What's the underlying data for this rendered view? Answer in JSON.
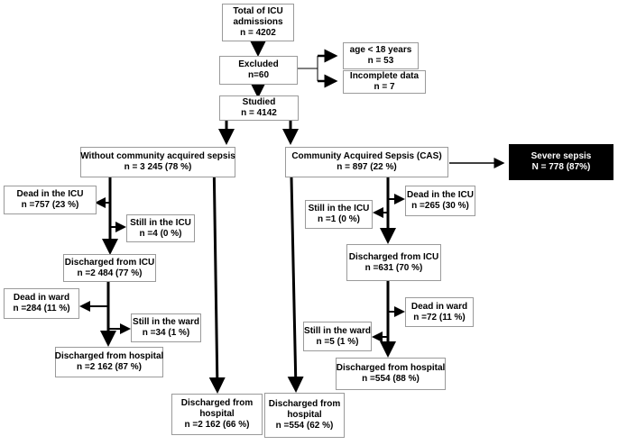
{
  "colors": {
    "box_border": "#9a9a9a",
    "arrow": "#000000",
    "dark_box": "#000000",
    "dark_text": "#ffffff"
  },
  "nodes": {
    "total": {
      "lines": [
        "Total of ICU",
        "admissions",
        "n = 4202"
      ]
    },
    "excluded": {
      "lines": [
        "Excluded",
        "n=60"
      ]
    },
    "age": {
      "lines": [
        "age < 18 years",
        "n  = 53"
      ]
    },
    "incomplete": {
      "lines": [
        "Incomplete data",
        "n  = 7"
      ]
    },
    "studied": {
      "lines": [
        "Studied",
        "n = 4142"
      ]
    },
    "without_cas": {
      "lines": [
        "Without community acquired sepsis",
        "n = 3 245 (78 %)"
      ]
    },
    "cas": {
      "lines": [
        "Community Acquired Sepsis (CAS)",
        "n = 897 (22 %)"
      ]
    },
    "severe": {
      "lines": [
        "Severe sepsis",
        "N = 778 (87%)"
      ]
    },
    "left_dead_icu": {
      "lines": [
        "Dead in the ICU",
        "n =757  (23 %)"
      ]
    },
    "left_still_icu": {
      "lines": [
        "Still in the ICU",
        "n =4 (0 %)"
      ]
    },
    "left_disch_icu": {
      "lines": [
        "Discharged from ICU",
        "n =2 484 (77 %)"
      ]
    },
    "left_dead_ward": {
      "lines": [
        "Dead in ward",
        "n =284 (11 %)"
      ]
    },
    "left_still_ward": {
      "lines": [
        "Still in the ward",
        "n =34  (1 %)"
      ]
    },
    "left_disch_hosp": {
      "lines": [
        "Discharged from hospital",
        "n =2 162 (87 %)"
      ]
    },
    "left_disch_hosp_total": {
      "lines": [
        "Discharged from",
        "hospital",
        "n =2 162 (66 %)"
      ]
    },
    "right_dead_icu": {
      "lines": [
        "Dead in the ICU",
        "n =265 (30 %)"
      ]
    },
    "right_still_icu": {
      "lines": [
        "Still in the ICU",
        "n =1 (0 %)"
      ]
    },
    "right_disch_icu": {
      "lines": [
        "Discharged from ICU",
        "n =631 (70 %)"
      ]
    },
    "right_dead_ward": {
      "lines": [
        "Dead in ward",
        "n =72 (11 %)"
      ]
    },
    "right_still_ward": {
      "lines": [
        "Still in the ward",
        "n =5 (1 %)"
      ]
    },
    "right_disch_hosp": {
      "lines": [
        "Discharged from hospital",
        "n =554 (88 %)"
      ]
    },
    "right_disch_hosp_total": {
      "lines": [
        "Discharged from",
        "hospital",
        "n =554 (62 %)"
      ]
    }
  }
}
